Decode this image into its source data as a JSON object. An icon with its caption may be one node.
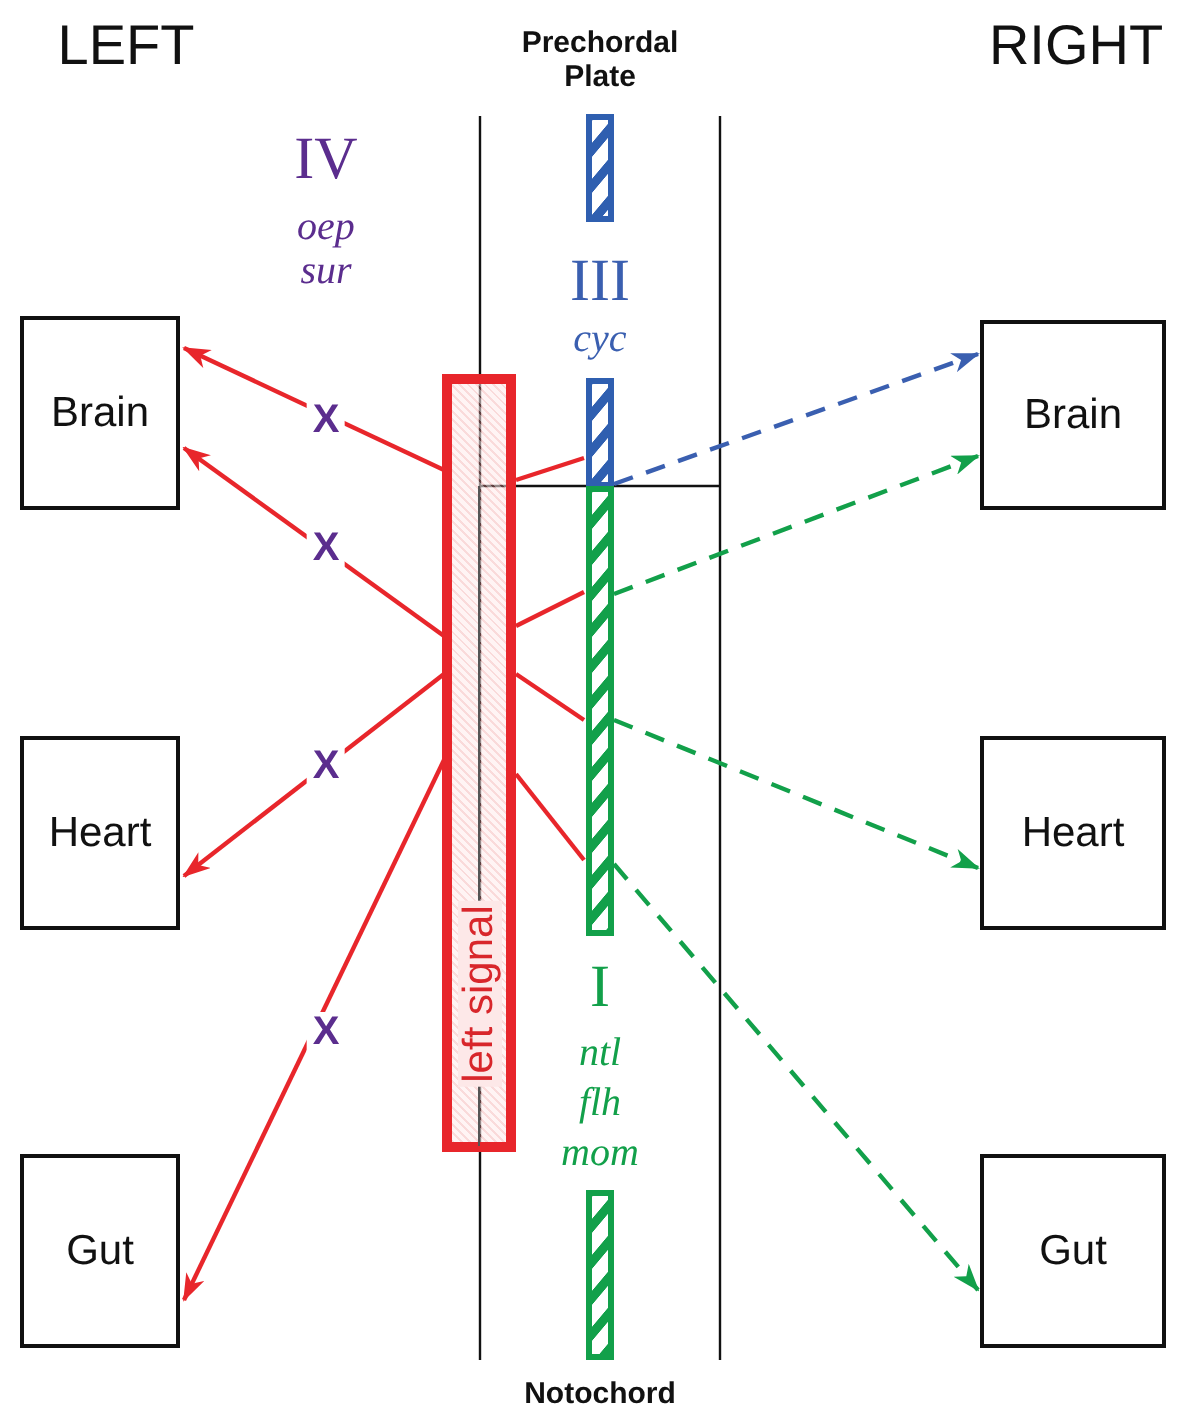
{
  "diagram": {
    "nodes": [
      {
        "text": [
          "Brain"
        ]
      },
      {
        "text": [
          "Heart"
        ]
      },
      {
        "text": [
          "Gut"
        ]
      },
      {
        "text": [
          "Brain"
        ]
      },
      {
        "text": [
          "Heart"
        ]
      },
      {
        "text": [
          "Gut"
        ]
      },
      {
        "text": [
          "left signal"
        ]
      },
      {
        "text": [],
        "shape": "bar"
      },
      {
        "text": [],
        "shape": "bar"
      },
      {
        "text": [],
        "shape": "bar"
      },
      {
        "text": [],
        "shape": "bar"
      }
    ],
    "edges": [
      {
        "from": 6,
        "to": 0,
        "arrow": "to"
      },
      {
        "from": 6,
        "to": 0,
        "arrow": "to"
      },
      {
        "from": 6,
        "to": 1,
        "arrow": "to"
      },
      {
        "from": 6,
        "to": 2,
        "arrow": "to"
      },
      {
        "from": 6,
        "to": 8,
        "arrow": "none"
      },
      {
        "from": 6,
        "to": 9,
        "arrow": "none"
      },
      {
        "from": 6,
        "to": 9,
        "arrow": "none"
      },
      {
        "from": 6,
        "to": 9,
        "arrow": "none"
      },
      {
        "from": 8,
        "to": 3,
        "arrow": "to",
        "style": "dashed",
        "color": "#3a5fb0"
      },
      {
        "from": 9,
        "to": 3,
        "arrow": "to",
        "style": "dashed",
        "color": "#12a04a"
      },
      {
        "from": 9,
        "to": 4,
        "arrow": "to",
        "style": "dashed",
        "color": "#12a04a"
      },
      {
        "from": 9,
        "to": 5,
        "arrow": "to",
        "style": "dashed",
        "color": "#12a04a"
      }
    ],
    "labels": [
      "LEFT",
      "Prechordal Plate",
      "RIGHT",
      "IV",
      "oep",
      "sur",
      "III",
      "cyc",
      "X",
      "X",
      "X",
      "I",
      "X",
      "ntl",
      "flh",
      "mom",
      "Notochord"
    ]
  }
}
